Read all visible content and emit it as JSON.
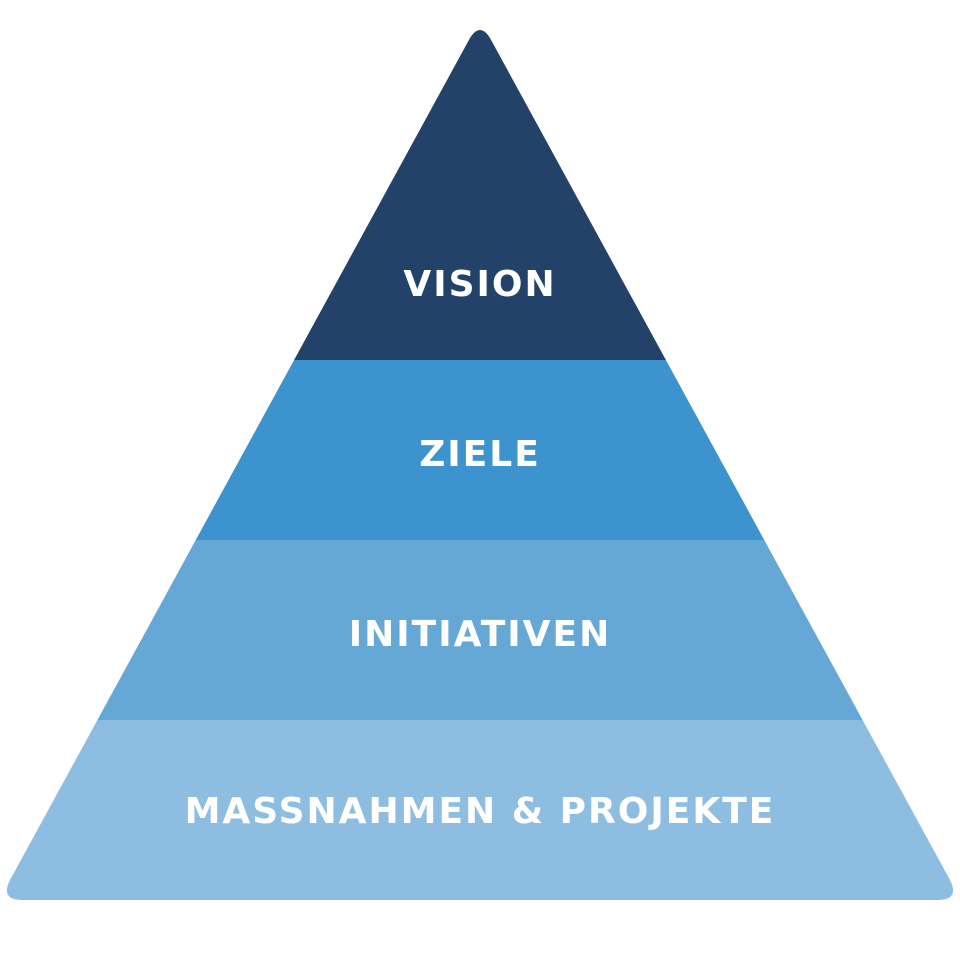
{
  "diagram": {
    "type": "pyramid",
    "levels": [
      {
        "label": "VISION",
        "color": "#22426A"
      },
      {
        "label": "ZIELE",
        "color": "#3D93CD"
      },
      {
        "label": "INITIATIVEN",
        "color": "#65A8D6"
      },
      {
        "label": "MASSNAHMEN & PROJEKTE",
        "color": "#8DBEE1"
      }
    ]
  }
}
